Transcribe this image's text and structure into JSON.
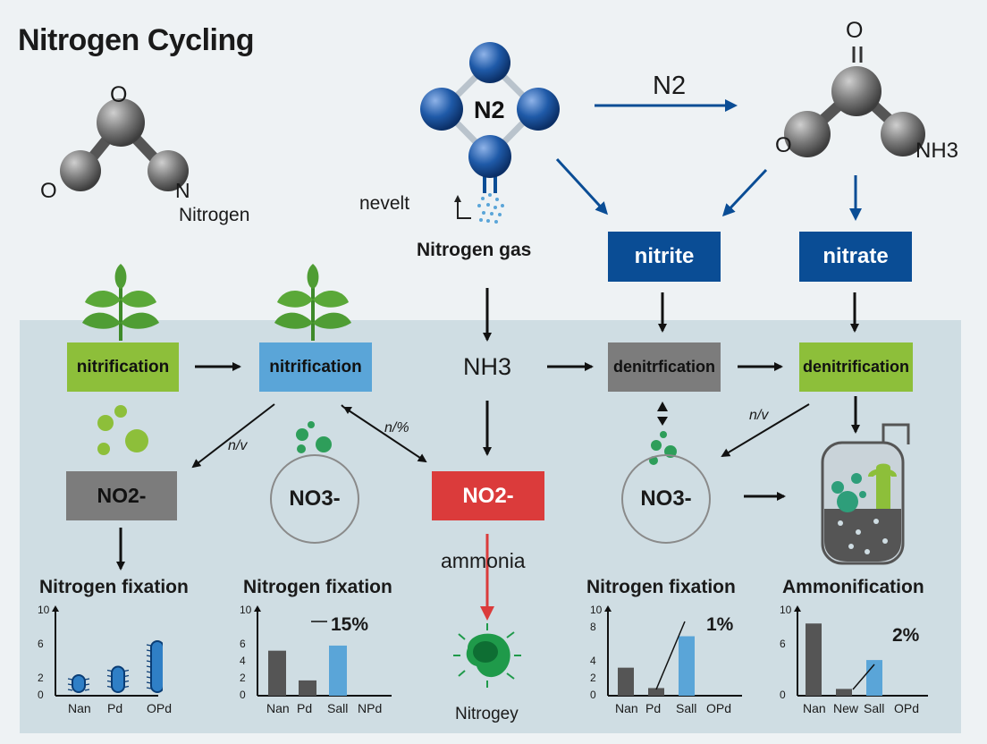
{
  "title": "Nitrogen Cycling",
  "colors": {
    "panel_bg": "#cfdde3",
    "blue_dark": "#0a4d95",
    "blue_light": "#5aa5d8",
    "green": "#8dbf3a",
    "gray": "#7c7c7c",
    "red": "#db3b3b",
    "bar_dark": "#555555"
  },
  "top": {
    "left_molecule": {
      "atom_top": "O",
      "atom_left": "O",
      "atom_right": "N",
      "caption": "Nitrogen"
    },
    "n2_molecule": {
      "label": "N2"
    },
    "n2_arrow_label": "N2",
    "small_label": "nevelt",
    "nitrogen_gas_label": "Nitrogen gas",
    "right_molecule": {
      "atom_top": "O",
      "atom_left": "O",
      "atom_right": "NH3"
    },
    "nitrite_box": "nitrite",
    "nitrate_box": "nitrate"
  },
  "panel": {
    "box_nitrification_1": "nitrification",
    "box_nitrification_2": "nitrification",
    "nh3_label": "NH3",
    "box_denitrification_1": "denitrfication",
    "box_denitrification_2": "denitrification",
    "no2_box_left": "NO2-",
    "no3_circle_left": "NO3-",
    "no2_box_red": "NO2-",
    "no3_circle_right": "NO3-",
    "arrow_label_1": "n/v",
    "arrow_label_2": "n/%",
    "arrow_label_3": "n/v",
    "ammonia_label": "ammonia",
    "nitrogey_label": "Nitrogey"
  },
  "chart_data": [
    {
      "type": "bar",
      "title": "Nitrogen fixation",
      "categories": [
        "Nan",
        "Pd",
        "OPd"
      ],
      "values": [
        2,
        3,
        6
      ],
      "yticks": [
        0,
        2,
        6,
        10
      ],
      "ylim": [
        0,
        10
      ],
      "bar_style": "bacteria"
    },
    {
      "type": "bar",
      "title": "Nitrogen fixation",
      "categories": [
        "Nan",
        "Pd",
        "Sall",
        "NPd"
      ],
      "values": [
        5.3,
        1.8,
        5.9,
        0
      ],
      "yticks": [
        0,
        2,
        4,
        6,
        10
      ],
      "ylim": [
        0,
        10
      ],
      "annotation": "15%",
      "bar_colors": [
        "#555555",
        "#555555",
        "#5aa5d8",
        "#555555"
      ]
    },
    {
      "type": "bar",
      "title": "Nitrogen fixation",
      "categories": [
        "Nan",
        "Pd",
        "Sall",
        "OPd"
      ],
      "values": [
        3.3,
        0.9,
        7.0,
        0
      ],
      "yticks": [
        0,
        2,
        4,
        8,
        10
      ],
      "ylim": [
        0,
        10
      ],
      "annotation": "1%",
      "bar_colors": [
        "#555555",
        "#555555",
        "#5aa5d8",
        "#555555"
      ]
    },
    {
      "type": "bar",
      "title": "Ammonification",
      "categories": [
        "Nan",
        "New",
        "Sall",
        "OPd"
      ],
      "values": [
        8.5,
        0.8,
        4.2,
        0
      ],
      "yticks": [
        0,
        6,
        10
      ],
      "ylim": [
        0,
        10
      ],
      "annotation": "2%",
      "bar_colors": [
        "#555555",
        "#555555",
        "#5aa5d8",
        "#555555"
      ]
    }
  ]
}
